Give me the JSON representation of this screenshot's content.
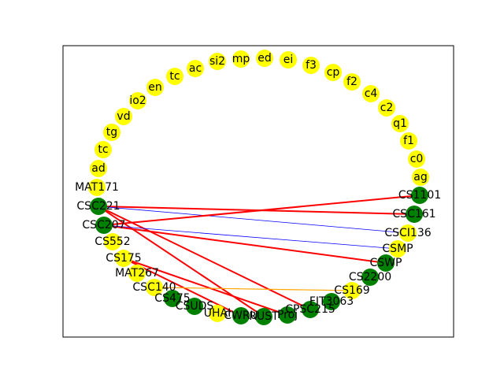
{
  "colors": {
    "background": "#ffffff",
    "frame": "#000000",
    "node_yellow": "#ffff00",
    "node_green": "#008000",
    "edge_red": "#ff0000",
    "edge_blue": "#0000ff",
    "edge_orange": "#ffa500",
    "label": "#000000"
  },
  "nodes": [
    {
      "id": "ag",
      "label": "ag",
      "color": "yellow"
    },
    {
      "id": "c0",
      "label": "c0",
      "color": "yellow"
    },
    {
      "id": "f1",
      "label": "f1",
      "color": "yellow"
    },
    {
      "id": "q1",
      "label": "q1",
      "color": "yellow"
    },
    {
      "id": "c2",
      "label": "c2",
      "color": "yellow"
    },
    {
      "id": "c4",
      "label": "c4",
      "color": "yellow"
    },
    {
      "id": "f2",
      "label": "f2",
      "color": "yellow"
    },
    {
      "id": "cp",
      "label": "cp",
      "color": "yellow"
    },
    {
      "id": "f3",
      "label": "f3",
      "color": "yellow"
    },
    {
      "id": "ei",
      "label": "ei",
      "color": "yellow"
    },
    {
      "id": "ed",
      "label": "ed",
      "color": "yellow"
    },
    {
      "id": "mp",
      "label": "mp",
      "color": "yellow"
    },
    {
      "id": "si2",
      "label": "si2",
      "color": "yellow"
    },
    {
      "id": "ac",
      "label": "ac",
      "color": "yellow"
    },
    {
      "id": "tc1",
      "label": "tc",
      "color": "yellow"
    },
    {
      "id": "en",
      "label": "en",
      "color": "yellow"
    },
    {
      "id": "io2",
      "label": "io2",
      "color": "yellow"
    },
    {
      "id": "vd",
      "label": "vd",
      "color": "yellow"
    },
    {
      "id": "tg",
      "label": "tg",
      "color": "yellow"
    },
    {
      "id": "tc2",
      "label": "tc",
      "color": "yellow"
    },
    {
      "id": "ad",
      "label": "ad",
      "color": "yellow"
    },
    {
      "id": "MAT171",
      "label": "MAT171",
      "color": "yellow"
    },
    {
      "id": "CSC221",
      "label": "CSC221",
      "color": "green"
    },
    {
      "id": "CSC207",
      "label": "CSC207",
      "color": "green"
    },
    {
      "id": "CS552",
      "label": "CS552",
      "color": "yellow"
    },
    {
      "id": "CS175",
      "label": "CS175",
      "color": "yellow"
    },
    {
      "id": "MAT267",
      "label": "MAT267",
      "color": "yellow"
    },
    {
      "id": "CSC140",
      "label": "CSC140",
      "color": "yellow"
    },
    {
      "id": "CS475",
      "label": "CS475",
      "color": "green"
    },
    {
      "id": "CSUDS",
      "label": "CSUDS",
      "color": "green"
    },
    {
      "id": "UHAI",
      "label": "UHAI",
      "color": "yellow"
    },
    {
      "id": "CWRU",
      "label": "CWRU",
      "color": "green"
    },
    {
      "id": "RUST",
      "label": "RUST",
      "color": "green"
    },
    {
      "id": "Proj",
      "label": "Proj",
      "color": "green"
    },
    {
      "id": "CPSC215",
      "label": "CPSC215",
      "color": "green"
    },
    {
      "id": "FIT3063",
      "label": "FIT3063",
      "color": "green"
    },
    {
      "id": "CS169",
      "label": "CS169",
      "color": "yellow"
    },
    {
      "id": "CS2200",
      "label": "CS2200",
      "color": "green"
    },
    {
      "id": "CSWP",
      "label": "CSWP",
      "color": "green"
    },
    {
      "id": "CSMP",
      "label": "CSMP",
      "color": "yellow"
    },
    {
      "id": "CSCI136",
      "label": "CSCI136",
      "color": "yellow"
    },
    {
      "id": "CSC161",
      "label": "CSC161",
      "color": "green"
    },
    {
      "id": "CS1101",
      "label": "CS1101",
      "color": "green"
    }
  ],
  "edges": [
    {
      "source": "CSC221",
      "target": "CSC161",
      "color": "red"
    },
    {
      "source": "CSC221",
      "target": "CSCI136",
      "color": "blue"
    },
    {
      "source": "CSC221",
      "target": "CPSC215",
      "color": "red"
    },
    {
      "source": "CSC221",
      "target": "RUST",
      "color": "red"
    },
    {
      "source": "CSC207",
      "target": "CS1101",
      "color": "red"
    },
    {
      "source": "CSC207",
      "target": "CSWP",
      "color": "red"
    },
    {
      "source": "CSC207",
      "target": "CSMP",
      "color": "blue"
    },
    {
      "source": "CS175",
      "target": "CWRU",
      "color": "red"
    },
    {
      "source": "CS175",
      "target": "Proj",
      "color": "red"
    },
    {
      "source": "CSC140",
      "target": "CS169",
      "color": "orange"
    }
  ]
}
